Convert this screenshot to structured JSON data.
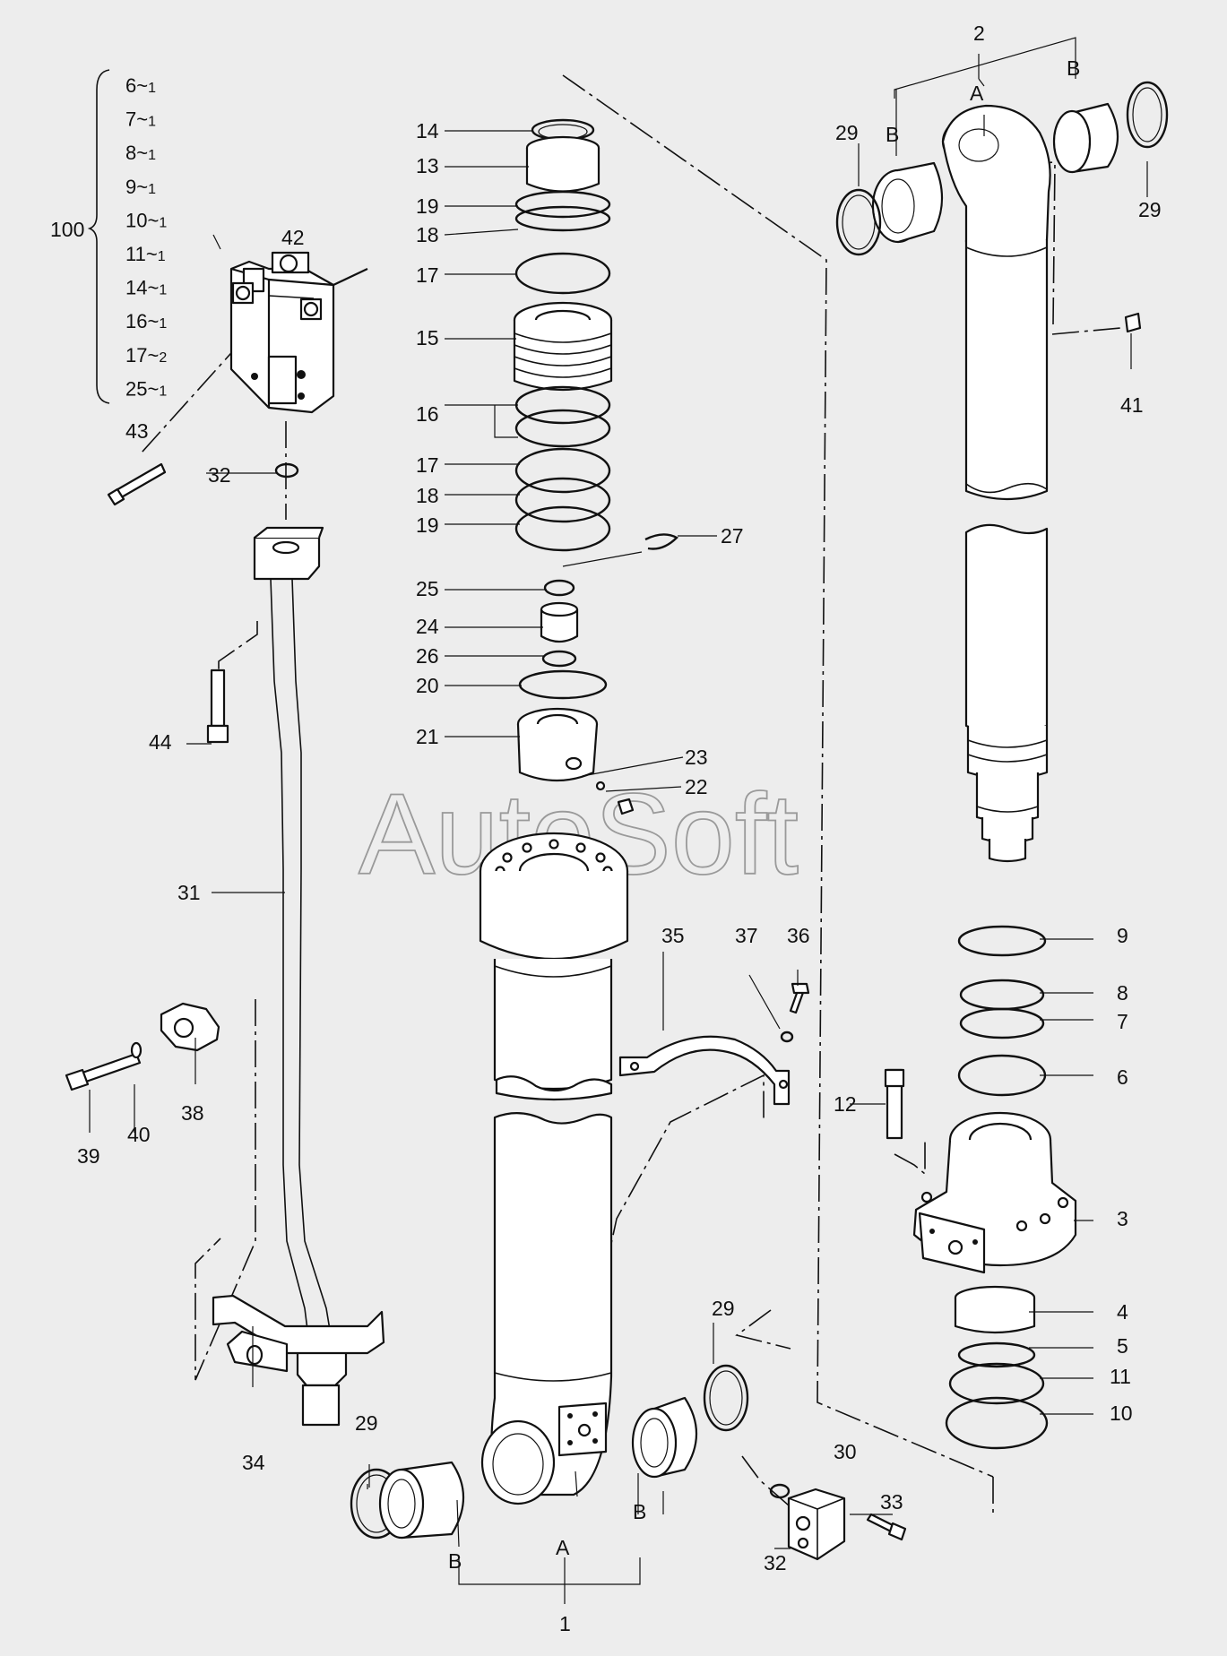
{
  "watermark": "AutoSoft",
  "kit": {
    "label": "100",
    "items": [
      {
        "part": "6",
        "qty": "1"
      },
      {
        "part": "7",
        "qty": "1"
      },
      {
        "part": "8",
        "qty": "1"
      },
      {
        "part": "9",
        "qty": "1"
      },
      {
        "part": "10",
        "qty": "1"
      },
      {
        "part": "11",
        "qty": "1"
      },
      {
        "part": "14",
        "qty": "1"
      },
      {
        "part": "16",
        "qty": "1"
      },
      {
        "part": "17",
        "qty": "2"
      },
      {
        "part": "25",
        "qty": "1"
      }
    ]
  },
  "callouts": {
    "c1": "1",
    "c2": "2",
    "c3": "3",
    "c4": "4",
    "c5": "5",
    "c6": "6",
    "c7": "7",
    "c8": "8",
    "c9": "9",
    "c10": "10",
    "c11": "11",
    "c12": "12",
    "c13": "13",
    "c14": "14",
    "c15": "15",
    "c16": "16",
    "c17a": "17",
    "c17b": "17",
    "c18a": "18",
    "c18b": "18",
    "c19a": "19",
    "c19b": "19",
    "c20": "20",
    "c21": "21",
    "c22": "22",
    "c23": "23",
    "c24": "24",
    "c25": "25",
    "c26": "26",
    "c27": "27",
    "c29a": "29",
    "c29b": "29",
    "c29c": "29",
    "c29d": "29",
    "c30": "30",
    "c31": "31",
    "c32a": "32",
    "c32b": "32",
    "c33": "33",
    "c34": "34",
    "c35": "35",
    "c36": "36",
    "c37": "37",
    "c38": "38",
    "c39": "39",
    "c40": "40",
    "c41": "41",
    "c42": "42",
    "c43": "43",
    "c44": "44"
  },
  "letters": {
    "a_rod": "A",
    "b_rod_left": "B",
    "b_rod_right": "B",
    "a_tube": "A",
    "b_tube_left": "B",
    "b_tube_right": "B"
  }
}
